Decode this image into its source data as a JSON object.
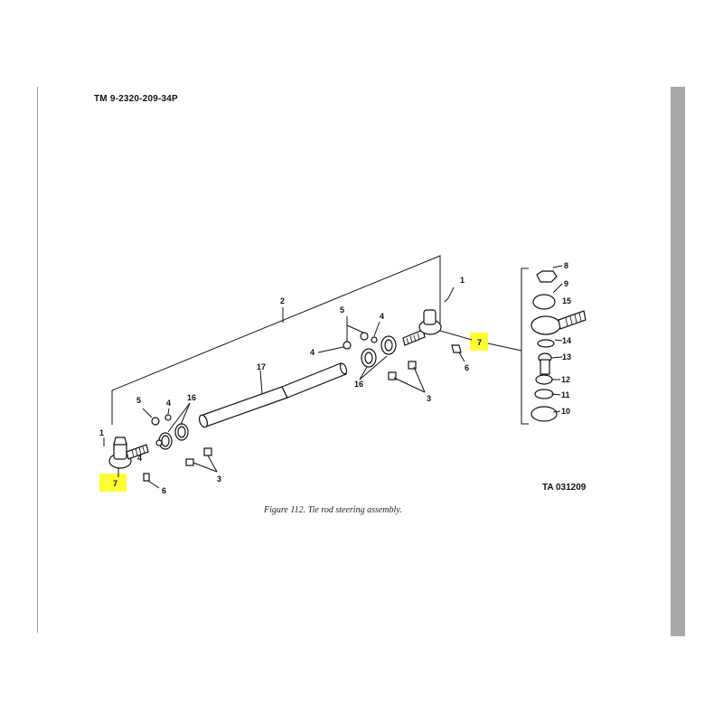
{
  "document": {
    "header": "TM  9-2320-209-34P",
    "figure_caption": "Figure 112. Tie rod steering assembly.",
    "ta_code": "TA 031209"
  },
  "callouts": {
    "n1": "1",
    "n2": "2",
    "n3": "3",
    "n4": "4",
    "n5": "5",
    "n6": "6",
    "n7": "7",
    "n8": "8",
    "n9": "9",
    "n10": "10",
    "n11": "11",
    "n12": "12",
    "n13": "13",
    "n14": "14",
    "n15": "15",
    "n16": "16",
    "n17": "17"
  },
  "colors": {
    "highlight": "#ffff33",
    "page_edge": "#a8a8a8"
  }
}
